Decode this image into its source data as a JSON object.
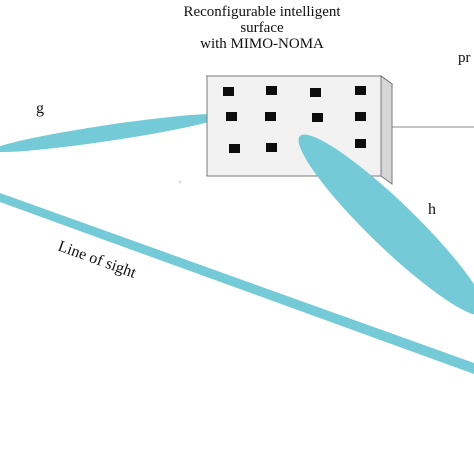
{
  "title": {
    "line1": "Reconfigurable intelligent",
    "line2": "surface",
    "line3": "with MIMO-NOMA"
  },
  "labels": {
    "g": "g",
    "h": "h",
    "line_of_sight": "Line of sight",
    "partial_right": "pr"
  },
  "colors": {
    "beam": "#74CAD6",
    "panel_front": "#F2F2F2",
    "panel_side": "#D6D6D6",
    "panel_top": "#E6E6E6",
    "element": "#0D0D0D",
    "stroke": "#7A7A7A"
  },
  "panel": {
    "rows": 3,
    "cols": 4,
    "present_elements": 11
  }
}
